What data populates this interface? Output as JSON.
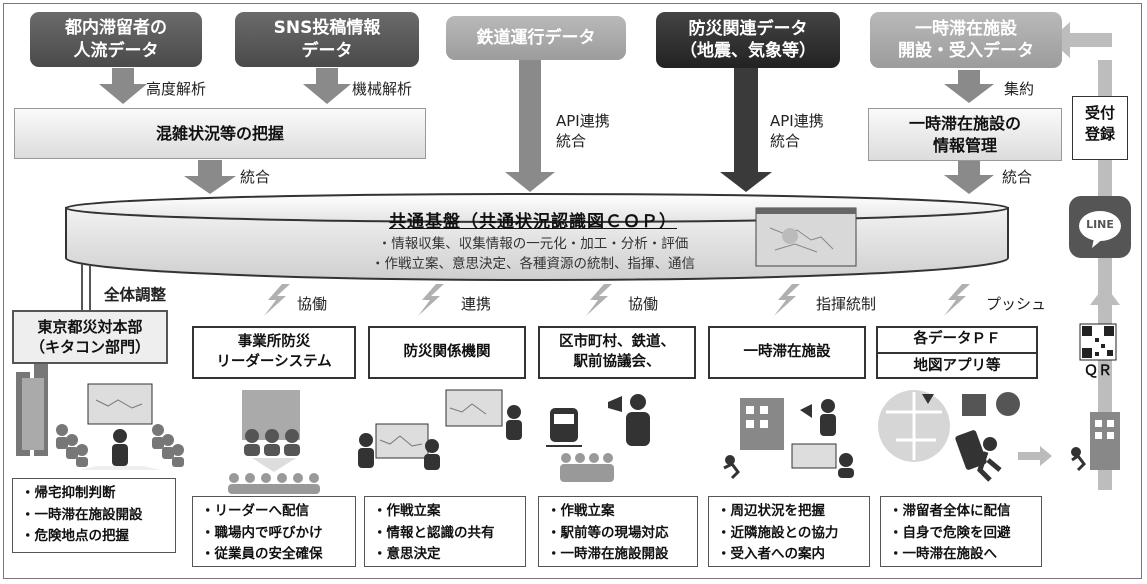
{
  "sources": {
    "people_flow": [
      "都内滞留者の",
      "人流データ"
    ],
    "sns": [
      "SNS投稿情報",
      "データ"
    ],
    "railway": "鉄道運行データ",
    "disaster": [
      "防災関連データ",
      "（地震、気象等）"
    ],
    "shelter": [
      "一時滞在施設",
      "開設・受入データ"
    ]
  },
  "arrow_labels": {
    "advanced": "高度解析",
    "machine": "機械解析",
    "api1": [
      "API連携",
      "統合"
    ],
    "api2": [
      "API連携",
      "統合"
    ],
    "aggregate": "集約",
    "integrate_left": "統合",
    "integrate_right": "統合",
    "overall": "全体調整"
  },
  "process": {
    "congestion": "混雑状況等の把握",
    "shelter_mgmt": [
      "一時滞在施設の",
      "情報管理"
    ]
  },
  "cop": {
    "title": "共通基盤（共通状況認識図ＣＯＰ）",
    "line1": "・情報収集、収集情報の一元化・加工・分析・評価",
    "line2": "・作戦立案、意思決定、各種資源の統制、指揮、通信"
  },
  "relations": {
    "r1": "協働",
    "r2": "連携",
    "r3": "協働",
    "r4": "指揮統制",
    "r5": "プッシュ"
  },
  "orgs": {
    "hq": [
      "東京都災対本部",
      "（キタコン部門）"
    ],
    "business": [
      "事業所防災",
      "リーダーシステム"
    ],
    "agencies": "防災関係機関",
    "municipal": [
      "区市町村、鉄道、",
      "駅前協議会、"
    ],
    "shelter": "一時滞在施設",
    "pf": [
      "各データＰＦ",
      "地図アプリ等"
    ]
  },
  "tasks": {
    "hq": [
      "・帰宅抑制判断",
      "・一時滞在施設開設",
      "・危険地点の把握"
    ],
    "business": [
      "・リーダーへ配信",
      "・職場内で呼びかけ",
      "・従業員の安全確保"
    ],
    "agencies": [
      "・作戦立案",
      "・情報と認識の共有",
      "・意思決定"
    ],
    "municipal": [
      "・作戦立案",
      "・駅前等の現場対応",
      "・一時滞在施設開設"
    ],
    "shelter": [
      "・周辺状況を把握",
      "・近隣施設との協力",
      "・受入者への案内"
    ],
    "pf": [
      "・滞留者全体に配信",
      "・自身で危険を回避",
      "・一時滞在施設へ"
    ]
  },
  "right_flow": {
    "receipt": [
      "受付",
      "登録"
    ],
    "line": "LINE",
    "qr": "ＱＲ"
  },
  "colors": {
    "arrow": "#8a8a8a",
    "arrow_dark": "#3a3a3a",
    "border": "#555555"
  }
}
